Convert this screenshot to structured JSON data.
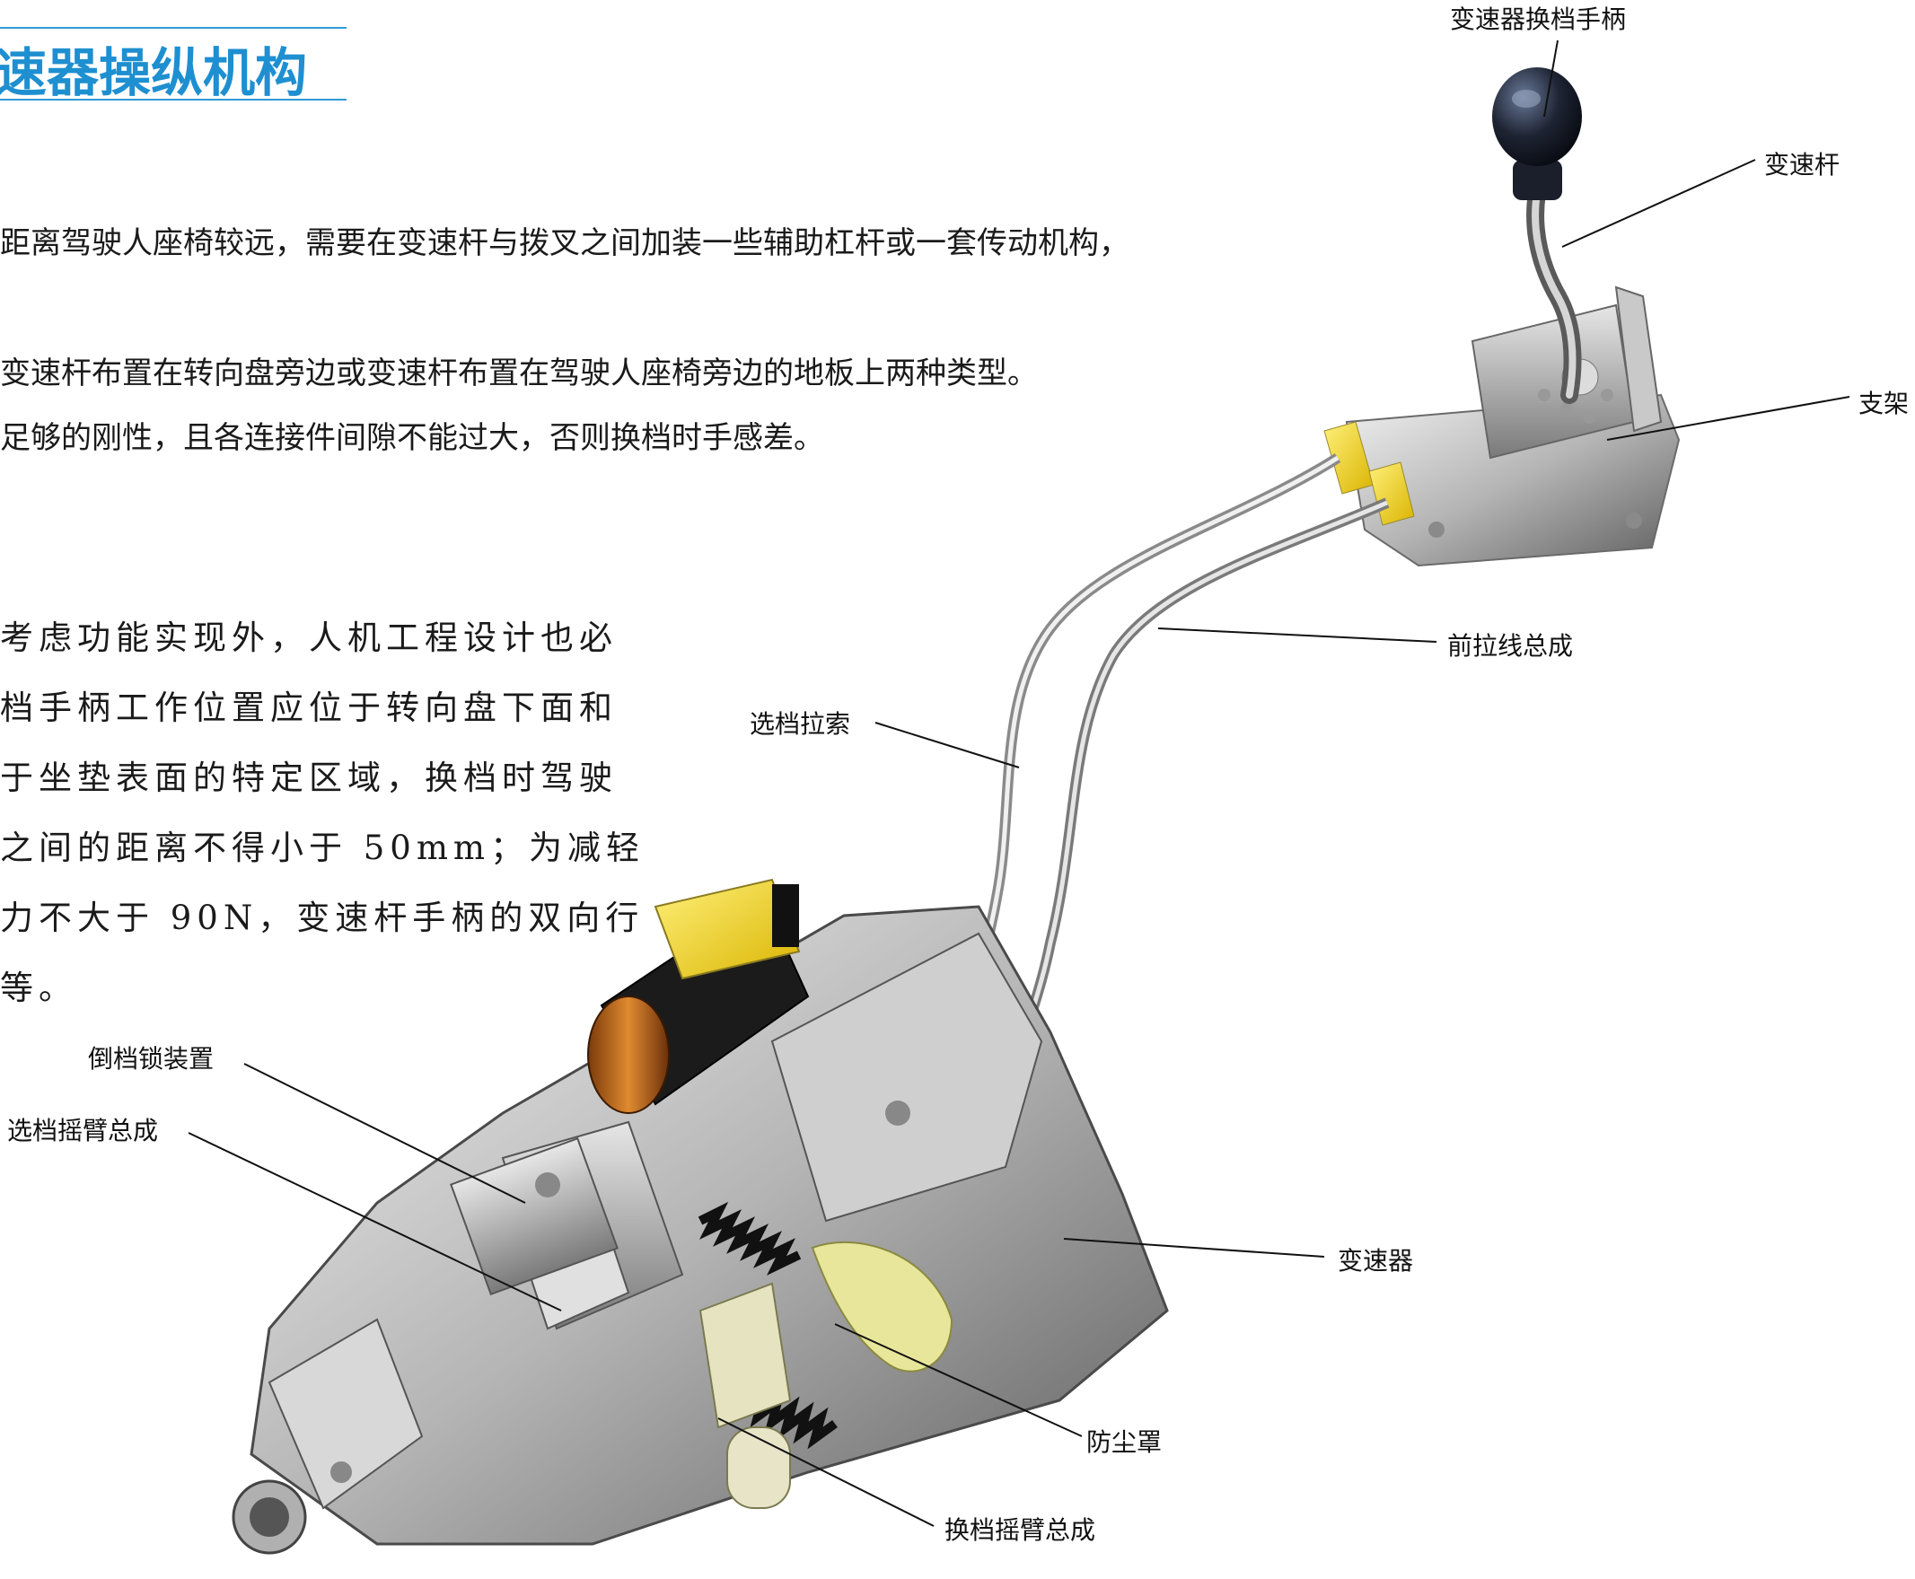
{
  "section": {
    "title": "速器操纵机构"
  },
  "intro": [
    "距离驾驶人座椅较远，需要在变速杆与拨叉之间加装一些辅助杠杆或一套传动机构，",
    "变速杆布置在转向盘旁边或变速杆布置在驾驶人座椅旁边的地板上两种类型。",
    "足够的刚性，且各连接件间隙不能过大，否则换档时手感差。"
  ],
  "ergonomics": [
    "考虑功能实现外，人机工程设计也必",
    "档手柄工作位置应位于转向盘下面和",
    "于坐垫表面的特定区域，换档时驾驶",
    "之间的距离不得小于 50mm；为减轻",
    "力不大于 90N，变速杆手柄的双向行",
    "等。"
  ],
  "callouts": {
    "shift_knob": "变速器换档手柄",
    "shift_lever": "变速杆",
    "bracket": "支架",
    "front_cable": "前拉线总成",
    "select_cable": "选档拉索",
    "reverse_lock": "倒档锁装置",
    "select_arm": "选档摇臂总成",
    "transmission": "变速器",
    "dust_boot": "防尘罩",
    "shift_arm": "换档摇臂总成"
  }
}
